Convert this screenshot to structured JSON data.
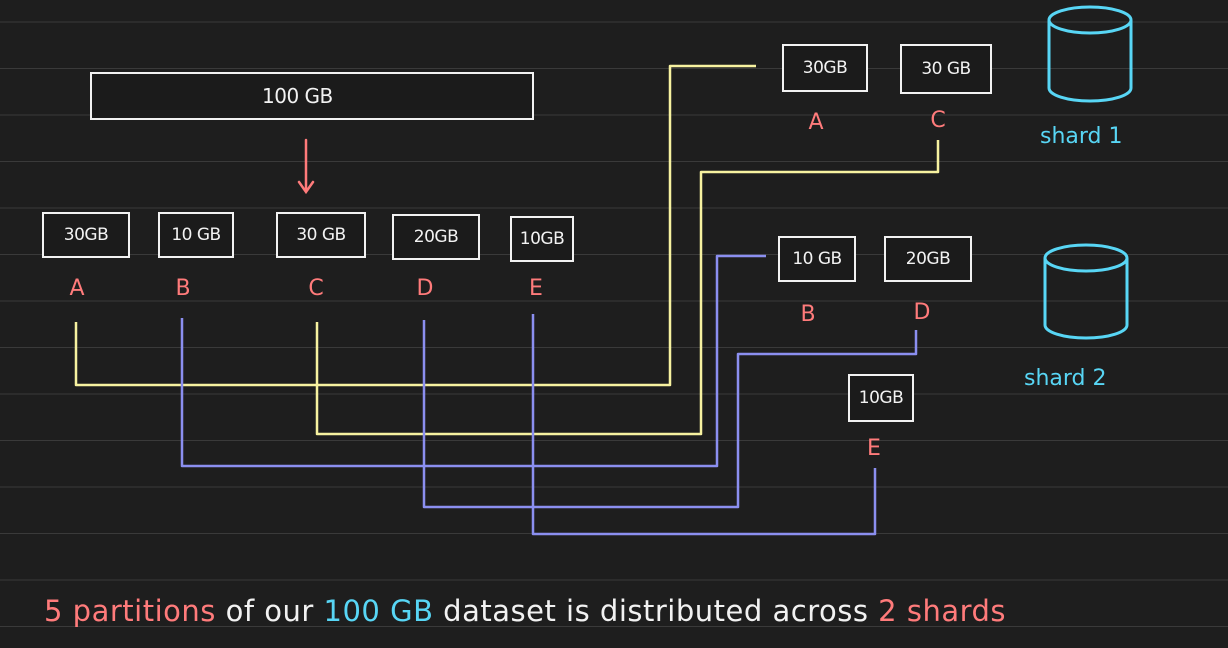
{
  "source": {
    "size": "100 GB"
  },
  "partitions": [
    {
      "id": "A",
      "size": "30GB"
    },
    {
      "id": "B",
      "size": "10 GB"
    },
    {
      "id": "C",
      "size": "30 GB"
    },
    {
      "id": "D",
      "size": "20GB"
    },
    {
      "id": "E",
      "size": "10GB"
    }
  ],
  "shards": [
    {
      "label": "shard 1",
      "partitions": [
        {
          "id": "A",
          "size": "30GB"
        },
        {
          "id": "C",
          "size": "30 GB"
        }
      ]
    },
    {
      "label": "shard 2",
      "partitions": [
        {
          "id": "B",
          "size": "10 GB"
        },
        {
          "id": "D",
          "size": "20GB"
        },
        {
          "id": "E",
          "size": "10GB"
        }
      ]
    }
  ],
  "caption": {
    "count": "5",
    "word_partitions": "partitions",
    "of_our": " of our ",
    "size": "100 GB",
    "rest": " dataset is distributed across ",
    "shard_count": "2",
    "word_shards": "shards"
  },
  "colors": {
    "background": "#1e1e1e",
    "rule": "#3a3a3a",
    "box": "#f2f2f2",
    "label": "#ff7b7b",
    "yellow_line": "#f7f2a0",
    "blue_line": "#8b8ff0",
    "shard": "#58d6f5"
  }
}
